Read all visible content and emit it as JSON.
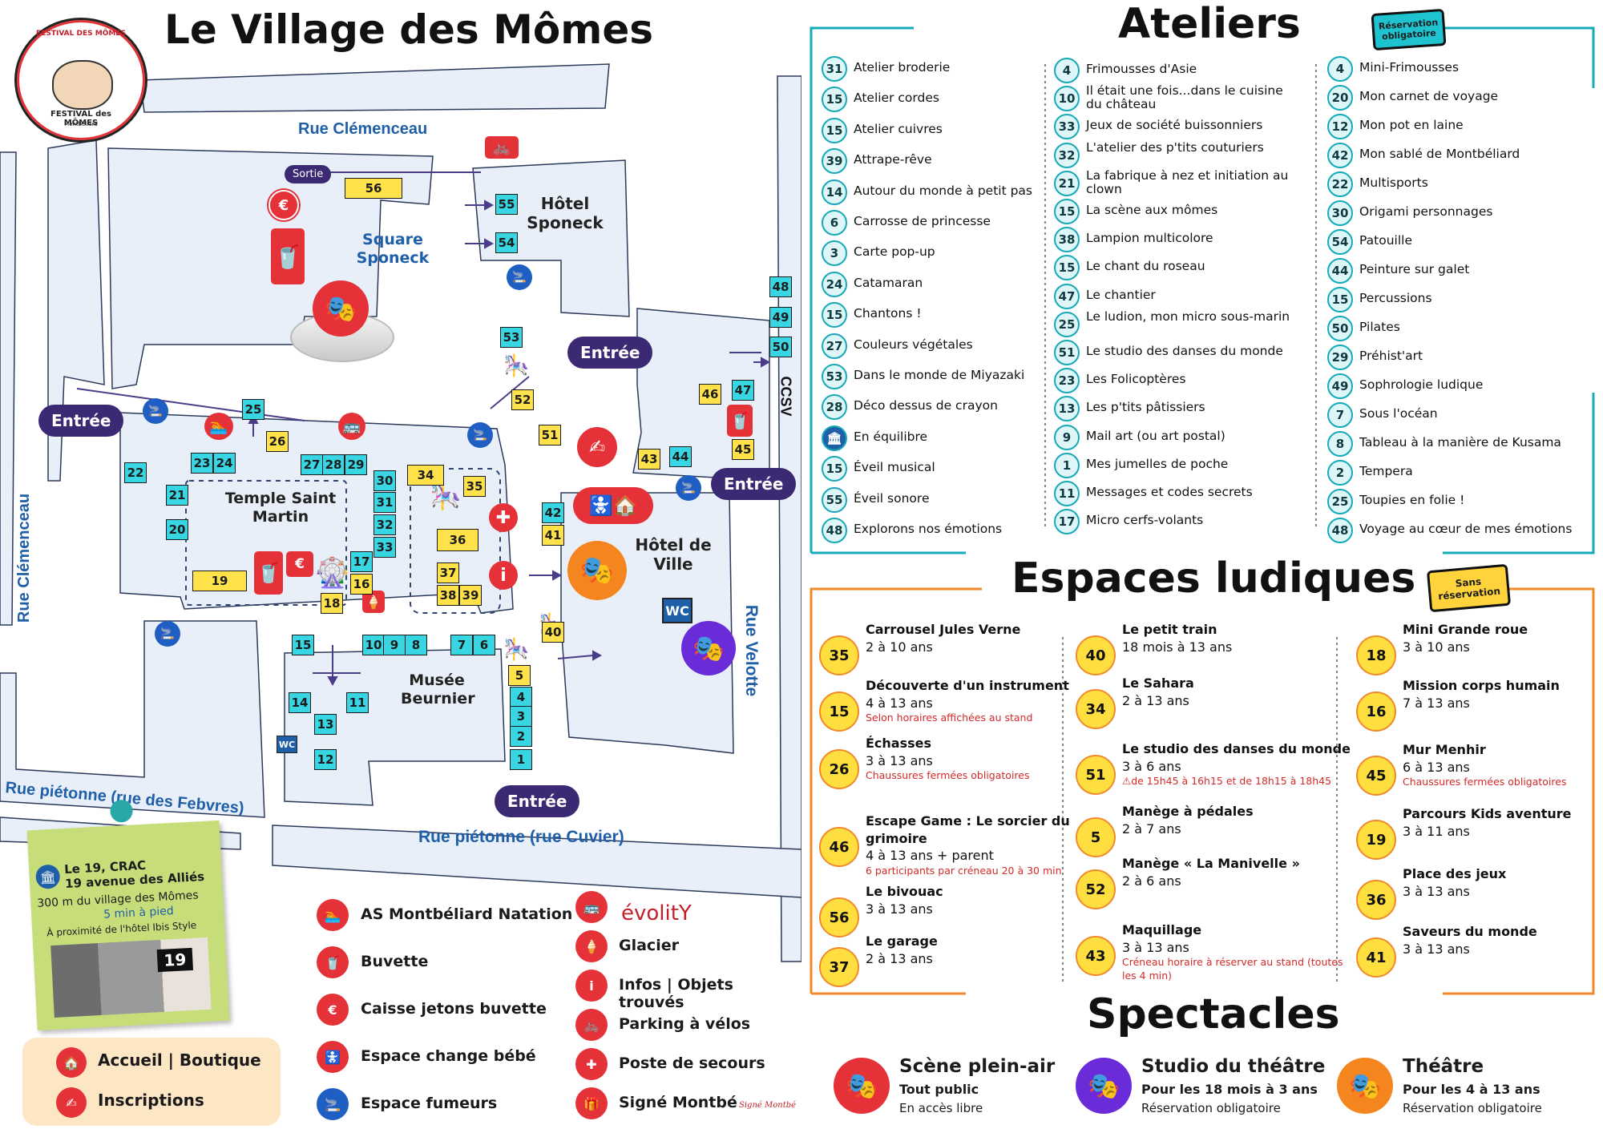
{
  "title": "Le Village des Mômes",
  "logo": {
    "lines": [
      "FESTIVAL DES MÔMES",
      "FESTIVAL des MÔMES",
      "Montbéliard"
    ]
  },
  "colors": {
    "cyan": "#38d6e3",
    "yellow": "#ffe24a",
    "purple": "#3b2a73",
    "red": "#e53238",
    "street_blue": "#1f5fa8"
  },
  "map": {
    "streets": {
      "clemenceau_top": "Rue Clémenceau",
      "clemenceau_left": "Rue Clémenceau",
      "velotte": "Rue Velotte",
      "ccsv": "CCSV",
      "pietonne_febvres": "Rue piétonne (rue des Febvres)",
      "pietonne_cuvier": "Rue piétonne (rue Cuvier)"
    },
    "places": {
      "square": "Square Sponeck",
      "hotel_sponeck": "Hôtel Sponeck",
      "temple": "Temple Saint Martin",
      "hotel_ville": "Hôtel de Ville",
      "musee": "Musée Beurnier"
    },
    "entrances": {
      "entree": "Entrée",
      "sortie": "Sortie"
    },
    "wc": "WC",
    "tiles": [
      {
        "n": "56",
        "c": "yl"
      },
      {
        "n": "55",
        "c": "cy"
      },
      {
        "n": "54",
        "c": "cy"
      },
      {
        "n": "53",
        "c": "cy"
      },
      {
        "n": "52",
        "c": "yl"
      },
      {
        "n": "48",
        "c": "cy"
      },
      {
        "n": "49",
        "c": "cy"
      },
      {
        "n": "50",
        "c": "cy"
      },
      {
        "n": "47",
        "c": "cy"
      },
      {
        "n": "46",
        "c": "yl"
      },
      {
        "n": "45",
        "c": "yl"
      },
      {
        "n": "44",
        "c": "cy"
      },
      {
        "n": "43",
        "c": "yl"
      },
      {
        "n": "51",
        "c": "yl"
      },
      {
        "n": "25",
        "c": "cy"
      },
      {
        "n": "26",
        "c": "yl"
      },
      {
        "n": "22",
        "c": "cy"
      },
      {
        "n": "23",
        "c": "cy"
      },
      {
        "n": "24",
        "c": "cy"
      },
      {
        "n": "27",
        "c": "cy"
      },
      {
        "n": "28",
        "c": "cy"
      },
      {
        "n": "29",
        "c": "cy"
      },
      {
        "n": "30",
        "c": "cy"
      },
      {
        "n": "31",
        "c": "cy"
      },
      {
        "n": "32",
        "c": "cy"
      },
      {
        "n": "33",
        "c": "cy"
      },
      {
        "n": "21",
        "c": "cy"
      },
      {
        "n": "20",
        "c": "cy"
      },
      {
        "n": "19",
        "c": "yl"
      },
      {
        "n": "17",
        "c": "cy"
      },
      {
        "n": "16",
        "c": "yl"
      },
      {
        "n": "18",
        "c": "yl"
      },
      {
        "n": "34",
        "c": "yl"
      },
      {
        "n": "35",
        "c": "yl"
      },
      {
        "n": "36",
        "c": "yl"
      },
      {
        "n": "37",
        "c": "yl"
      },
      {
        "n": "38",
        "c": "yl"
      },
      {
        "n": "39",
        "c": "yl"
      },
      {
        "n": "42",
        "c": "cy"
      },
      {
        "n": "41",
        "c": "yl"
      },
      {
        "n": "40",
        "c": "yl"
      },
      {
        "n": "15",
        "c": "cy"
      },
      {
        "n": "10",
        "c": "cy"
      },
      {
        "n": "9",
        "c": "cy"
      },
      {
        "n": "8",
        "c": "cy"
      },
      {
        "n": "7",
        "c": "cy"
      },
      {
        "n": "6",
        "c": "cy"
      },
      {
        "n": "5",
        "c": "yl"
      },
      {
        "n": "4",
        "c": "cy"
      },
      {
        "n": "3",
        "c": "cy"
      },
      {
        "n": "2",
        "c": "cy"
      },
      {
        "n": "1",
        "c": "cy"
      },
      {
        "n": "14",
        "c": "cy"
      },
      {
        "n": "13",
        "c": "cy"
      },
      {
        "n": "12",
        "c": "cy"
      },
      {
        "n": "11",
        "c": "cy"
      }
    ]
  },
  "note": {
    "line1": "Le 19, CRAC",
    "line2": "19 avenue des Alliés",
    "line3": "300 m du village des Mômes",
    "line4": "5 min à pied",
    "line5": "À proximité de l'hôtel Ibis Style",
    "sign": "19"
  },
  "accueil": {
    "accueil": "Accueil | Boutique",
    "inscriptions": "Inscriptions"
  },
  "legend": {
    "col1": [
      "AS Montbéliard Natation",
      "Buvette",
      "Caisse jetons buvette",
      "Espace change bébé",
      "Espace fumeurs"
    ],
    "col2": [
      "",
      "Glacier",
      "Infos | Objets trouvés",
      "Parking à vélos",
      "Poste de secours",
      "Signé Montbé"
    ],
    "evolity": "évolitY",
    "signe_logo": "Signé Montbé"
  },
  "ateliers": {
    "title": "Ateliers",
    "tag": "Réservation obligatoire",
    "col1": [
      {
        "n": "31",
        "t": "Atelier broderie"
      },
      {
        "n": "15",
        "t": "Atelier cordes"
      },
      {
        "n": "15",
        "t": "Atelier cuivres"
      },
      {
        "n": "39",
        "t": "Attrape-rêve"
      },
      {
        "n": "14",
        "t": "Autour du monde à petit pas"
      },
      {
        "n": "6",
        "t": "Carrosse de princesse"
      },
      {
        "n": "3",
        "t": "Carte pop-up"
      },
      {
        "n": "24",
        "t": "Catamaran"
      },
      {
        "n": "15",
        "t": "Chantons !"
      },
      {
        "n": "27",
        "t": "Couleurs végétales"
      },
      {
        "n": "53",
        "t": "Dans le monde de Miyazaki"
      },
      {
        "n": "28",
        "t": "Déco dessus de crayon"
      },
      {
        "n": "",
        "t": "En équilibre"
      },
      {
        "n": "15",
        "t": "Éveil musical"
      },
      {
        "n": "55",
        "t": "Éveil sonore"
      },
      {
        "n": "48",
        "t": "Explorons nos émotions"
      }
    ],
    "col2": [
      {
        "n": "4",
        "t": "Frimousses  d'Asie"
      },
      {
        "n": "10",
        "t": "Il était une fois...dans le cuisine du château"
      },
      {
        "n": "33",
        "t": "Jeux de société buissonniers"
      },
      {
        "n": "32",
        "t": "L'atelier des p'tits couturiers"
      },
      {
        "n": "21",
        "t": "La fabrique à nez et initiation au clown"
      },
      {
        "n": "15",
        "t": "La scène aux mômes"
      },
      {
        "n": "38",
        "t": "Lampion multicolore"
      },
      {
        "n": "15",
        "t": "Le chant du roseau"
      },
      {
        "n": "47",
        "t": "Le chantier"
      },
      {
        "n": "25",
        "t": "Le ludion, mon micro sous-marin"
      },
      {
        "n": "51",
        "t": "Le studio des danses du monde"
      },
      {
        "n": "23",
        "t": "Les Folicoptères"
      },
      {
        "n": "13",
        "t": "Les p'tits pâtissiers"
      },
      {
        "n": "9",
        "t": "Mail art (ou art postal)"
      },
      {
        "n": "1",
        "t": "Mes jumelles de poche"
      },
      {
        "n": "11",
        "t": "Messages et codes secrets"
      },
      {
        "n": "17",
        "t": "Micro cerfs-volants"
      }
    ],
    "col3": [
      {
        "n": "4",
        "t": "Mini-Frimousses"
      },
      {
        "n": "20",
        "t": "Mon carnet de voyage"
      },
      {
        "n": "12",
        "t": "Mon pot en laine"
      },
      {
        "n": "42",
        "t": "Mon sablé de Montbéliard"
      },
      {
        "n": "22",
        "t": "Multisports"
      },
      {
        "n": "30",
        "t": "Origami personnages"
      },
      {
        "n": "54",
        "t": "Patouille"
      },
      {
        "n": "44",
        "t": "Peinture sur galet"
      },
      {
        "n": "15",
        "t": "Percussions"
      },
      {
        "n": "50",
        "t": "Pilates"
      },
      {
        "n": "29",
        "t": "Préhist'art"
      },
      {
        "n": "49",
        "t": "Sophrologie ludique"
      },
      {
        "n": "7",
        "t": "Sous l'océan"
      },
      {
        "n": "8",
        "t": "Tableau à la manière de Kusama"
      },
      {
        "n": "2",
        "t": "Tempera"
      },
      {
        "n": "25",
        "t": "Toupies en folie !"
      },
      {
        "n": "48",
        "t": "Voyage au cœur de mes émotions"
      }
    ]
  },
  "espaces": {
    "title": "Espaces ludiques",
    "tag": "Sans réservation",
    "col1": [
      {
        "n": "35",
        "t": "Carrousel Jules Verne",
        "a": "2 à 10 ans",
        "note": ""
      },
      {
        "n": "15",
        "t": "Découverte d'un instrument",
        "a": "4 à 13 ans",
        "note": "Selon horaires affichées au stand"
      },
      {
        "n": "26",
        "t": "Échasses",
        "a": "3 à 13 ans",
        "note": "Chaussures fermées obligatoires"
      },
      {
        "n": "46",
        "t": "Escape Game : Le sorcier du grimoire",
        "a": "4 à 13 ans + parent",
        "note": "6 participants par créneau 20 à 30 min"
      },
      {
        "n": "56",
        "t": "Le bivouac",
        "a": "3 à 13 ans",
        "note": ""
      },
      {
        "n": "37",
        "t": "Le garage",
        "a": "2 à 13 ans",
        "note": ""
      }
    ],
    "col2": [
      {
        "n": "40",
        "t": "Le petit train",
        "a": "18 mois à 13 ans",
        "note": ""
      },
      {
        "n": "34",
        "t": "Le Sahara",
        "a": "2 à 13 ans",
        "note": ""
      },
      {
        "n": "51",
        "t": "Le studio des danses du monde",
        "a": "3 à 6 ans",
        "note": "⚠de 15h45 à 16h15 et de 18h15 à 18h45"
      },
      {
        "n": "5",
        "t": "Manège à pédales",
        "a": "2 à 7 ans",
        "note": ""
      },
      {
        "n": "52",
        "t": "Manège « La Manivelle »",
        "a": "2 à 6 ans",
        "note": ""
      },
      {
        "n": "43",
        "t": "Maquillage",
        "a": "3 à 13 ans",
        "note": "Créneau horaire à réserver au stand (toutes les 4 min)"
      }
    ],
    "col3": [
      {
        "n": "18",
        "t": "Mini Grande roue",
        "a": "3 à 10 ans",
        "note": ""
      },
      {
        "n": "16",
        "t": "Mission corps humain",
        "a": "7 à 13 ans",
        "note": ""
      },
      {
        "n": "45",
        "t": "Mur Menhir",
        "a": "6 à 13 ans",
        "note": "Chaussures fermées obligatoires"
      },
      {
        "n": "19",
        "t": "Parcours Kids aventure",
        "a": "3 à 11 ans",
        "note": ""
      },
      {
        "n": "36",
        "t": "Place des jeux",
        "a": "3 à 13 ans",
        "note": ""
      },
      {
        "n": "41",
        "t": "Saveurs du monde",
        "a": "3 à 13 ans",
        "note": ""
      }
    ]
  },
  "spectacles": {
    "title": "Spectacles",
    "items": [
      {
        "name": "Scène plein-air",
        "sub": "Tout public",
        "note": "En accès libre",
        "color": "#e53238"
      },
      {
        "name": "Studio du théâtre",
        "sub": "Pour les 18 mois à 3 ans",
        "note": "Réservation obligatoire",
        "color": "#6a2bd9"
      },
      {
        "name": "Théâtre",
        "sub": "Pour les 4 à 13 ans",
        "note": "Réservation obligatoire",
        "color": "#f5851f"
      }
    ]
  }
}
